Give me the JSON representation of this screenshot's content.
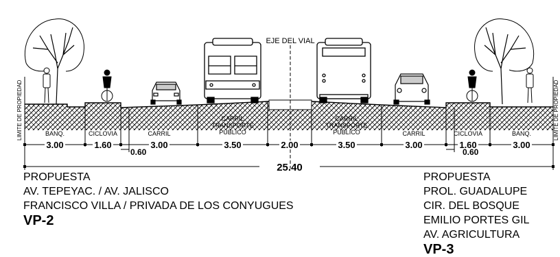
{
  "axis_label": "EJE DEL VIAL",
  "property_line_label": "LIMITE DE PROPIEDAD",
  "total_width": "25.40",
  "zones": [
    {
      "key": "banq_l",
      "label": [
        "BANQ."
      ],
      "width": "3.00"
    },
    {
      "key": "ciclo_l",
      "label": [
        "CICLOVIA"
      ],
      "width": "1.60"
    },
    {
      "key": "carril_l",
      "label": [
        "CARRIL"
      ],
      "width": "3.00"
    },
    {
      "key": "tp_l",
      "label": [
        "CARRIL",
        "TRANSPORTE",
        "PUBLICO"
      ],
      "width": "3.50"
    },
    {
      "key": "median",
      "label": [],
      "width": "2.00"
    },
    {
      "key": "tp_r",
      "label": [
        "CARRIL",
        "TRANSPORTE",
        "PUBLICO"
      ],
      "width": "3.50"
    },
    {
      "key": "carril_r",
      "label": [
        "CARRIL"
      ],
      "width": "3.00"
    },
    {
      "key": "ciclo_r",
      "label": [
        "CICLOVIA"
      ],
      "width": "1.60"
    },
    {
      "key": "banq_r",
      "label": [
        "BANQ."
      ],
      "width": "3.00"
    }
  ],
  "curb_dims": {
    "left": "0.60",
    "right": "0.60"
  },
  "left_block": {
    "lines": [
      "PROPUESTA",
      "AV. TEPEYAC. / AV. JALISCO",
      "FRANCISCO VILLA / PRIVADA DE LOS CONYUGUES"
    ],
    "code": "VP-2"
  },
  "right_block": {
    "lines": [
      "PROPUESTA",
      "PROL. GUADALUPE",
      "CIR. DEL BOSQUE",
      "EMILIO PORTES GIL",
      "AV. AGRICULTURA"
    ],
    "code": "VP-3"
  }
}
